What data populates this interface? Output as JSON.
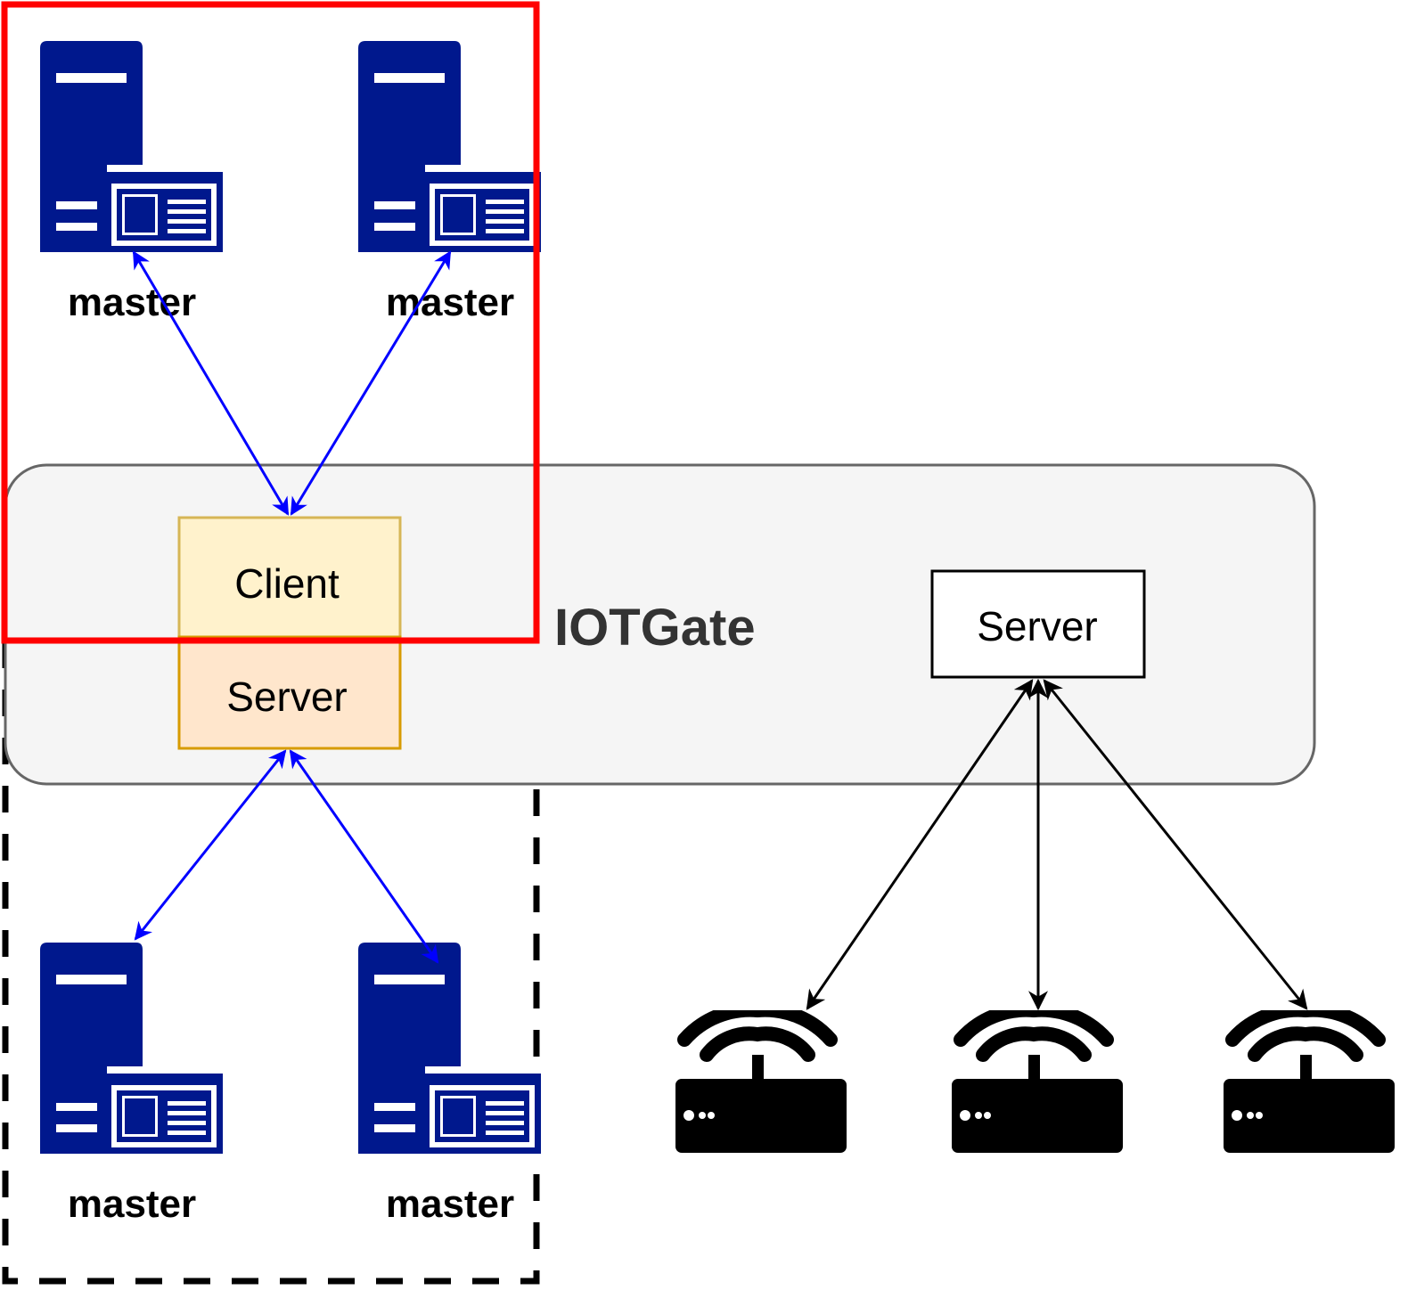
{
  "gateway": {
    "label": "IOTGate",
    "fill": "#f5f5f5",
    "stroke": "#666666"
  },
  "client_box": {
    "label": "Client",
    "fill": "#fff2cc",
    "stroke": "#d6b656"
  },
  "gate_server_box": {
    "label": "Server",
    "fill": "#ffe6cc",
    "stroke": "#d79b00"
  },
  "right_server_box": {
    "label": "Server"
  },
  "masters": [
    {
      "label": "master"
    },
    {
      "label": "master"
    },
    {
      "label": "master"
    },
    {
      "label": "master"
    }
  ],
  "devices": [
    {
      "icon": "wifi-router-icon"
    },
    {
      "icon": "wifi-router-icon"
    },
    {
      "icon": "wifi-router-icon"
    }
  ],
  "colors": {
    "server_icon": "#00188d",
    "blue_link": "#0000ff",
    "black_link": "#000000",
    "highlight_frame": "#ff0000",
    "dashed_frame": "#000000"
  }
}
